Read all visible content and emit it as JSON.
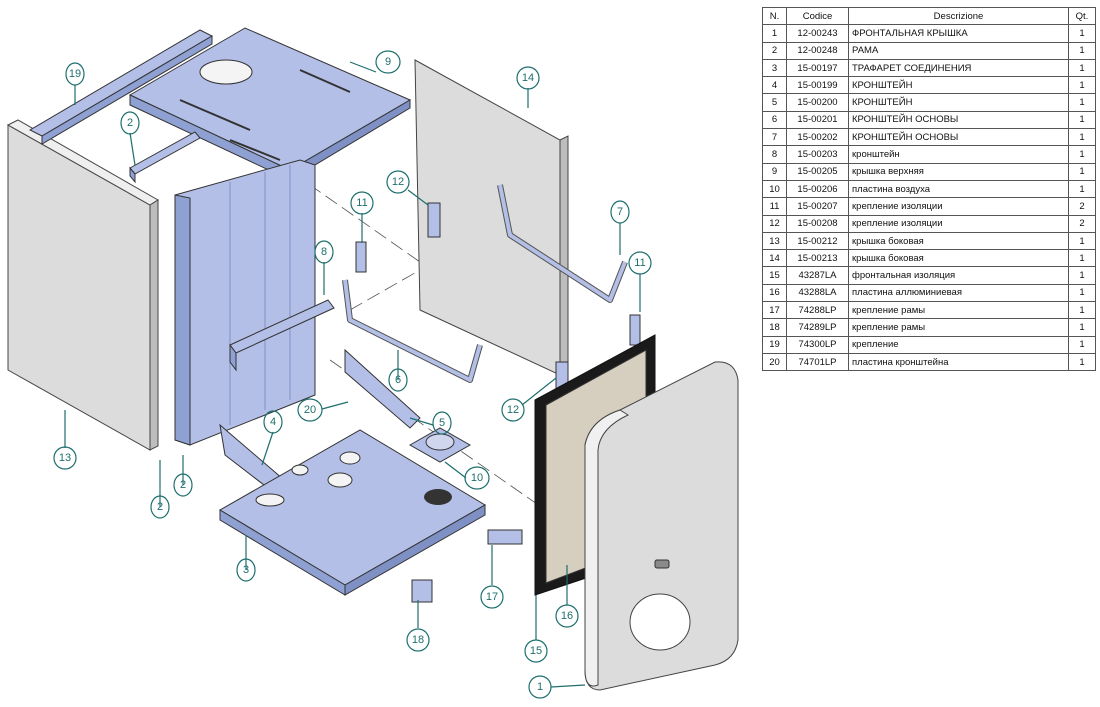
{
  "table": {
    "headers": {
      "n": "N.",
      "code": "Codice",
      "desc": "Descrizione",
      "qty": "Qt."
    },
    "rows": [
      {
        "n": "1",
        "code": "12-00243",
        "desc": "ФРОНТАЛЬНАЯ КРЫШКА",
        "qty": "1"
      },
      {
        "n": "2",
        "code": "12-00248",
        "desc": "РАМА",
        "qty": "1"
      },
      {
        "n": "3",
        "code": "15-00197",
        "desc": "ТРАФАРЕТ СОЕДИНЕНИЯ",
        "qty": "1"
      },
      {
        "n": "4",
        "code": "15-00199",
        "desc": "КРОНШТЕЙН",
        "qty": "1"
      },
      {
        "n": "5",
        "code": "15-00200",
        "desc": "КРОНШТЕЙН",
        "qty": "1"
      },
      {
        "n": "6",
        "code": "15-00201",
        "desc": "КРОНШТЕЙН ОСНОВЫ",
        "qty": "1"
      },
      {
        "n": "7",
        "code": "15-00202",
        "desc": "КРОНШТЕЙН ОСНОВЫ",
        "qty": "1"
      },
      {
        "n": "8",
        "code": "15-00203",
        "desc": "кронштейн",
        "qty": "1"
      },
      {
        "n": "9",
        "code": "15-00205",
        "desc": "крышка верхняя",
        "qty": "1"
      },
      {
        "n": "10",
        "code": "15-00206",
        "desc": "пластина воздуха",
        "qty": "1"
      },
      {
        "n": "11",
        "code": "15-00207",
        "desc": "крепление изоляции",
        "qty": "2"
      },
      {
        "n": "12",
        "code": "15-00208",
        "desc": "крепление изоляции",
        "qty": "2"
      },
      {
        "n": "13",
        "code": "15-00212",
        "desc": "крышка боковая",
        "qty": "1"
      },
      {
        "n": "14",
        "code": "15-00213",
        "desc": "крышка боковая",
        "qty": "1"
      },
      {
        "n": "15",
        "code": "43287LA",
        "desc": "фронтальная изоляция",
        "qty": "1"
      },
      {
        "n": "16",
        "code": "43288LA",
        "desc": "пластина аллюминиевая",
        "qty": "1"
      },
      {
        "n": "17",
        "code": "74288LP",
        "desc": "крепление рамы",
        "qty": "1"
      },
      {
        "n": "18",
        "code": "74289LP",
        "desc": "крепление рамы",
        "qty": "1"
      },
      {
        "n": "19",
        "code": "74300LP",
        "desc": "крепление",
        "qty": "1"
      },
      {
        "n": "20",
        "code": "74701LP",
        "desc": "пластина кронштейна",
        "qty": "1"
      }
    ]
  },
  "callouts": {
    "c1": "1",
    "c2a": "2",
    "c2b": "2",
    "c2c": "2",
    "c3": "3",
    "c4": "4",
    "c5": "5",
    "c6": "6",
    "c7": "7",
    "c8": "8",
    "c9": "9",
    "c10": "10",
    "c11a": "11",
    "c11b": "11",
    "c12a": "12",
    "c12b": "12",
    "c13": "13",
    "c14": "14",
    "c15": "15",
    "c16": "16",
    "c17": "17",
    "c18": "18",
    "c19": "19",
    "c20": "20"
  },
  "colors": {
    "callout": "#1e6e6e",
    "metal_blue": "#b3bfe6",
    "panel_grey": "#dcdcdc",
    "insulation": "#d6cfc0",
    "frame_dark": "#1a1a1a"
  }
}
